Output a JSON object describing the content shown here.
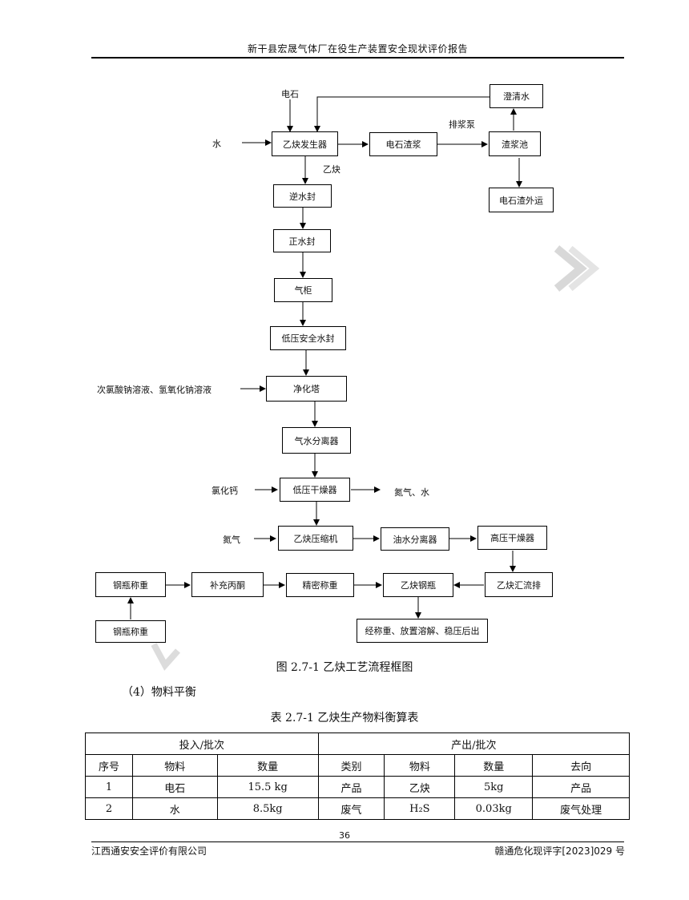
{
  "header": {
    "title": "新干县宏晟气体厂在役生产装置安全现状评价报告"
  },
  "flow": {
    "inputs": {
      "carbide": "电石",
      "water": "水",
      "hypo": "次氯酸钠溶液、氢氧化钠溶液",
      "cacl2": "氯化钙",
      "nitrogen": "氮气"
    },
    "labels": {
      "acetylene": "乙炔",
      "pump": "排浆泵",
      "n2_water": "氮气、水"
    },
    "boxes": {
      "generator": "乙炔发生器",
      "slurry": "电石渣浆",
      "slurry_pool": "渣浆池",
      "clear_water": "澄清水",
      "residue_out": "电石渣外运",
      "reverse_seal": "逆水封",
      "forward_seal": "正水封",
      "gas_holder": "气柜",
      "lp_seal": "低压安全水封",
      "purifier": "净化塔",
      "gw_separator": "气水分离器",
      "lp_dryer": "低压干燥器",
      "compressor": "乙炔压缩机",
      "ow_separator": "油水分离器",
      "hp_dryer": "高压干燥器",
      "manifold": "乙炔汇流排",
      "cylinder": "乙炔钢瓶",
      "precise_weigh": "精密称重",
      "acetone": "补充丙酮",
      "weigh1": "钢瓶称重",
      "weigh2": "钢瓶称重",
      "final": "经称重、放置溶解、稳压后出"
    }
  },
  "caption": "图 2.7-1 乙炔工艺流程框图",
  "section": "（4）物料平衡",
  "table": {
    "title": "表 2.7-1    乙炔生产物料衡算表",
    "group_in": "投入/批次",
    "group_out": "产出/批次",
    "headers": [
      "序号",
      "物料",
      "数量",
      "类别",
      "物料",
      "数量",
      "去向"
    ],
    "rows": [
      [
        "1",
        "电石",
        "15.5 kg",
        "产品",
        "乙炔",
        "5kg",
        "产品"
      ],
      [
        "2",
        "水",
        "8.5kg",
        "废气",
        "H₂S",
        "0.03kg",
        "废气处理"
      ]
    ]
  },
  "footer": {
    "page": "36",
    "left": "江西通安安全评价有限公司",
    "right": "赣通危化现评字[2023]029 号"
  }
}
